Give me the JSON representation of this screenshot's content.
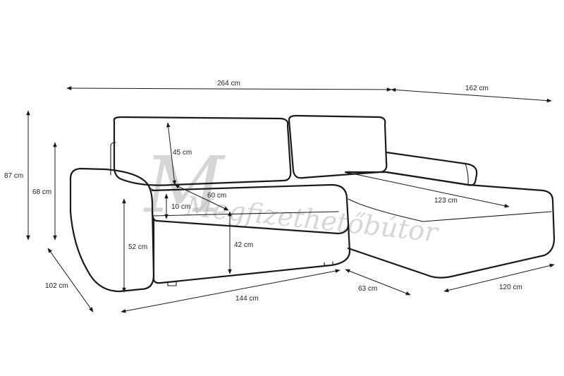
{
  "watermark": "Megfizethetőbútor",
  "dimensions": {
    "total_width": "264 cm",
    "chaise_width": "162 cm",
    "total_height": "87 cm",
    "armrest_height": "68 cm",
    "depth": "102 cm",
    "back_cushion_height": "45 cm",
    "seat_depth": "60 cm",
    "seat_thickness": "10 cm",
    "arm_front_height": "52 cm",
    "seat_height": "42 cm",
    "chaise_length": "123 cm",
    "front_width": "144 cm",
    "chaise_front": "63 cm",
    "chaise_depth": "120 cm"
  }
}
